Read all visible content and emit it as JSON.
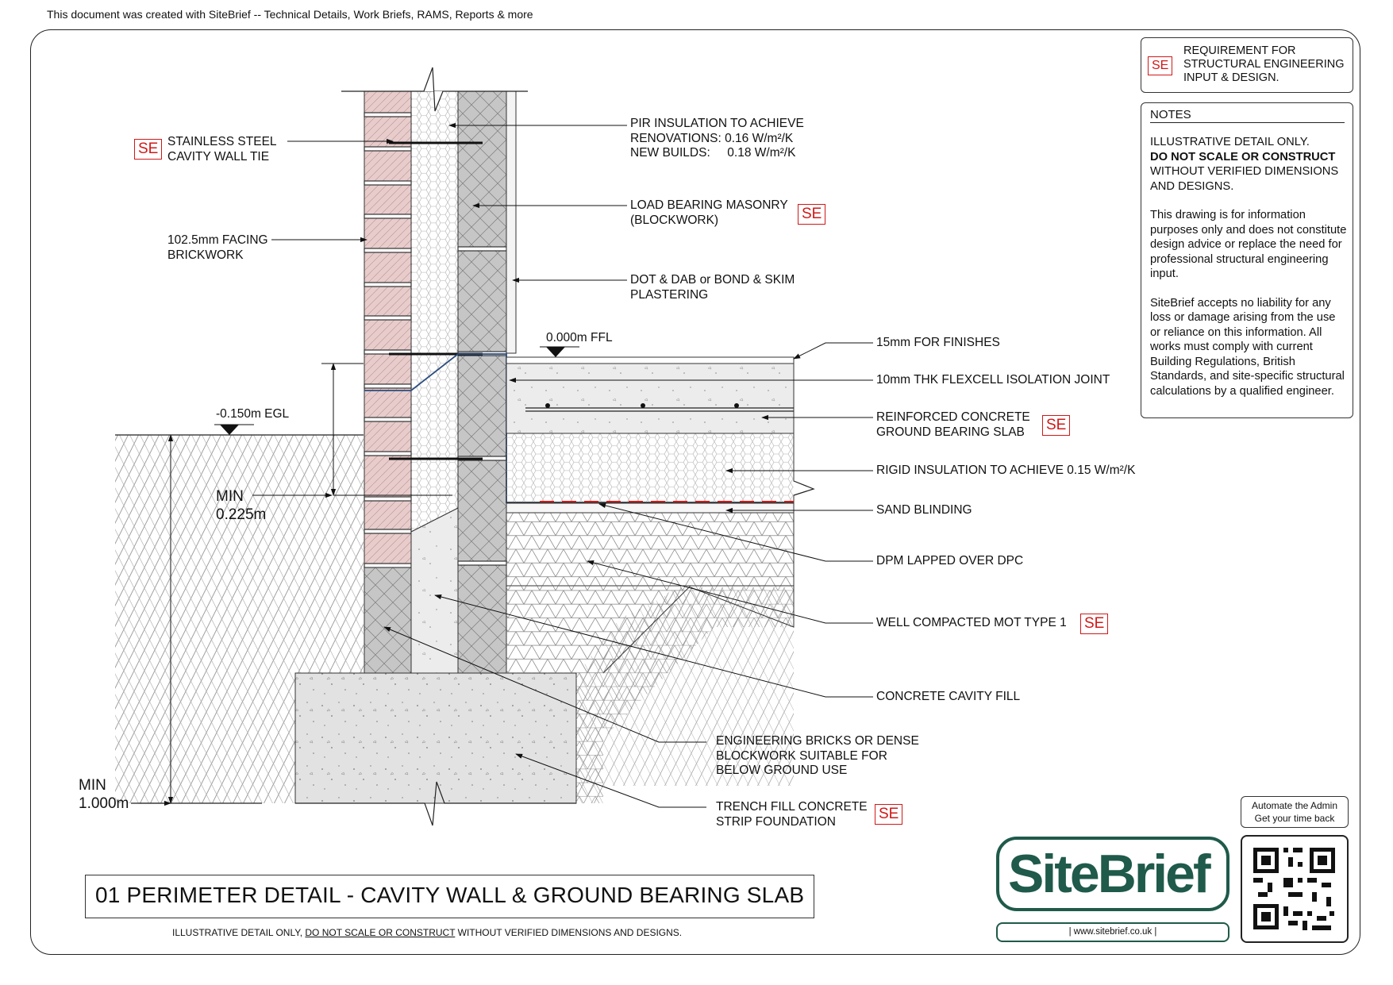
{
  "header_note": "This document was created with SiteBrief -- Technical Details, Work Briefs, RAMS, Reports & more",
  "legend": {
    "badge": "SE",
    "text": "REQUIREMENT FOR\nSTRUCTURAL ENGINEERING\nINPUT & DESIGN."
  },
  "notes": {
    "title": "NOTES",
    "line1": "ILLUSTRATIVE DETAIL ONLY.",
    "line2_bold": "DO NOT SCALE OR CONSTRUCT",
    "line3": "WITHOUT VERIFIED DIMENSIONS AND DESIGNS.",
    "para2": "This drawing is for information purposes only and does not constitute design advice or replace the need for professional structural engineering input.",
    "para3": "SiteBrief accepts no liability for any loss or damage arising from the use or reliance on this information. All works must comply with current Building Regulations, British Standards, and site-specific structural calculations by a qualified engineer."
  },
  "labels": {
    "wall_tie_1": "STAINLESS STEEL",
    "wall_tie_2": "CAVITY WALL TIE",
    "facing_1": "102.5mm FACING",
    "facing_2": "BRICKWORK",
    "egl": "-0.150m EGL",
    "min225_1": "MIN",
    "min225_2": "0.225m",
    "min1000_1": "MIN",
    "min1000_2": "1.000m",
    "pir_1": "PIR INSULATION TO ACHIEVE",
    "pir_2": "RENOVATIONS: 0.16 W/m²/K",
    "pir_3": "NEW BUILDS:     0.18 W/m²/K",
    "masonry_1": "LOAD BEARING MASONRY",
    "masonry_2": "(BLOCKWORK)",
    "plaster_1": "DOT & DAB or BOND & SKIM",
    "plaster_2": "PLASTERING",
    "ffl": "0.000m FFL",
    "finishes": "15mm FOR FINISHES",
    "flexcell": "10mm THK FLEXCELL ISOLATION JOINT",
    "slab_1": "REINFORCED CONCRETE",
    "slab_2": "GROUND BEARING SLAB",
    "rigid": "RIGID INSULATION TO ACHIEVE 0.15 W/m²/K",
    "sand": "SAND BLINDING",
    "dpm": "DPM LAPPED OVER DPC",
    "mot": "WELL COMPACTED MOT TYPE 1",
    "cavity_fill": "CONCRETE CAVITY FILL",
    "eng_1": "ENGINEERING BRICKS OR DENSE",
    "eng_2": "BLOCKWORK SUITABLE FOR",
    "eng_3": "BELOW GROUND USE",
    "trench_1": "TRENCH FILL CONCRETE",
    "trench_2": "STRIP FOUNDATION",
    "se": "SE"
  },
  "title": "01 PERIMETER DETAIL - CAVITY WALL & GROUND BEARING SLAB",
  "disclaimer": {
    "pre": "ILLUSTRATIVE DETAIL ONLY, ",
    "underlined": "DO NOT SCALE OR CONSTRUCT",
    "post": " WITHOUT VERIFIED DIMENSIONS AND DESIGNS."
  },
  "branding": {
    "logo_site": "Site",
    "logo_brief": "Brief",
    "url": "|  www.sitebrief.co.uk  |",
    "automate_1": "Automate the Admin",
    "automate_2": "Get your time back"
  },
  "colors": {
    "se_red": "#d01818",
    "brand_green": "#1f5a4a",
    "brick": "#e9cfcf",
    "block": "#c9c9c9",
    "dpc_blue": "#2b4d80"
  }
}
